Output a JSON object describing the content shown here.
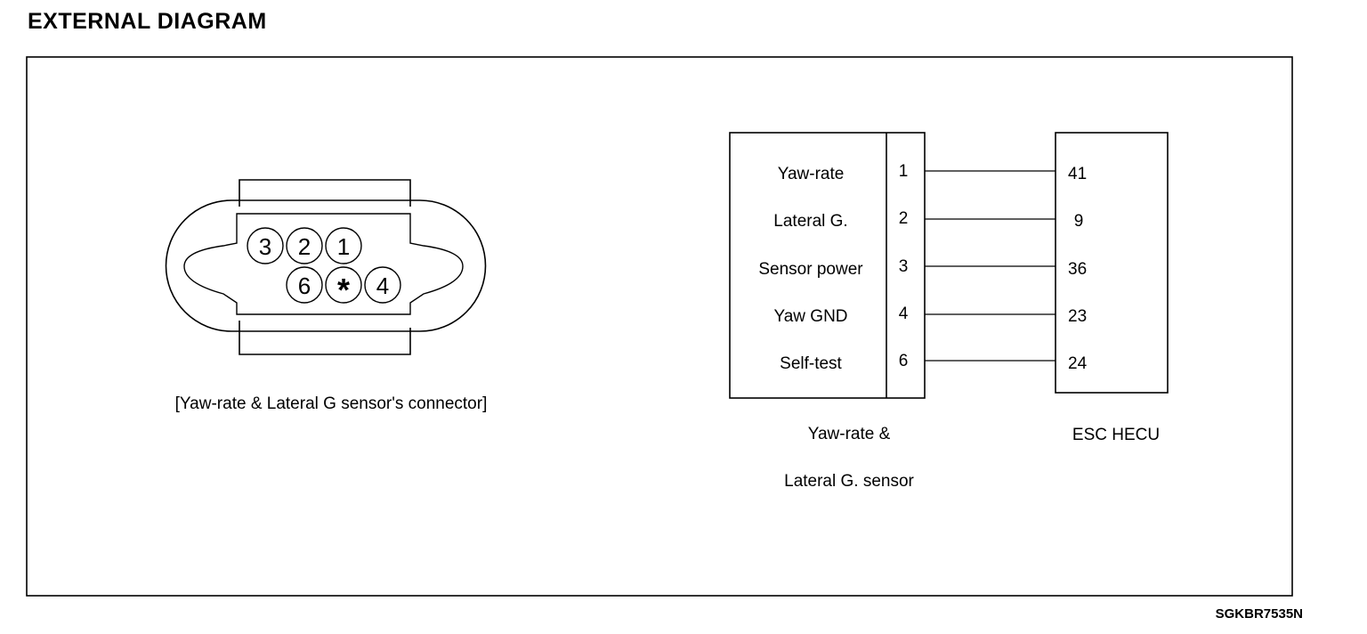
{
  "title": "EXTERNAL DIAGRAM",
  "figure_code": "SGKBR7535N",
  "connector": {
    "caption": "[Yaw-rate & Lateral G sensor's connector]",
    "pins_row1": [
      "3",
      "2",
      "1"
    ],
    "pins_row2": [
      "6",
      "*",
      "4"
    ]
  },
  "sensor": {
    "label_line1": "Yaw-rate &",
    "label_line2": "Lateral G. sensor",
    "signals": [
      {
        "name": "Yaw-rate",
        "pin": "1",
        "hecu_pin": "41"
      },
      {
        "name": "Lateral G.",
        "pin": "2",
        "hecu_pin": "9"
      },
      {
        "name": "Sensor power",
        "pin": "3",
        "hecu_pin": "36"
      },
      {
        "name": "Yaw GND",
        "pin": "4",
        "hecu_pin": "23"
      },
      {
        "name": "Self-test",
        "pin": "6",
        "hecu_pin": "24"
      }
    ]
  },
  "hecu": {
    "label": "ESC HECU"
  }
}
